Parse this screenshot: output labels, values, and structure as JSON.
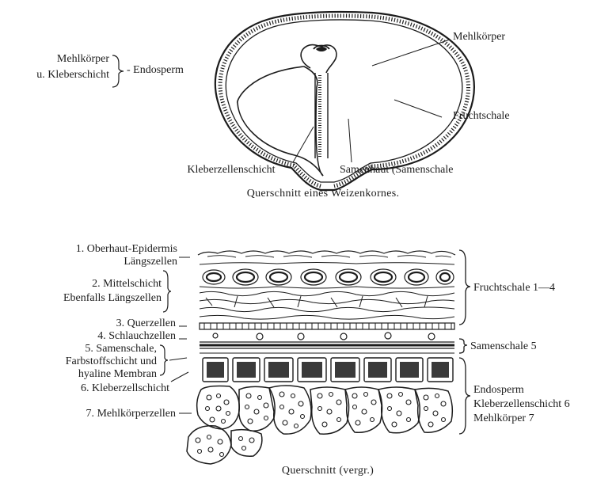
{
  "top_figure": {
    "left_labels": [
      "Mehlkörper",
      "u. Kleberschicht"
    ],
    "endosperm_label": "- Endosperm",
    "mehlkoerper_label": "Mehlkörper",
    "fruchtschale_label": "Fruchtschale",
    "kleberzellenschicht_label": "Kleberzellenschicht",
    "samenhaut_label": "Samenhaut (Samenschale",
    "caption": "Querschnitt eines Weizenkornes."
  },
  "bottom_figure": {
    "left_labels": [
      "1. Oberhaut-Epidermis",
      "Längszellen",
      "2. Mittelschicht",
      "Ebenfalls Längszellen",
      "3. Querzellen",
      "4. Schlauchzellen",
      "5. Samenschale,",
      "Farbstoffschicht und",
      "hyaline Membran",
      "6. Kleberzellschicht",
      "7. Mehlkörperzellen"
    ],
    "right_labels": {
      "fruchtschale": "Fruchtschale 1—4",
      "samenschale": "Samenschale 5",
      "endosperm": "Endosperm",
      "kleberzellenschicht": "Kleberzellenschicht 6",
      "mehlkoerper": "Mehlkörper 7"
    },
    "caption": "Querschnitt (vergr.)"
  }
}
